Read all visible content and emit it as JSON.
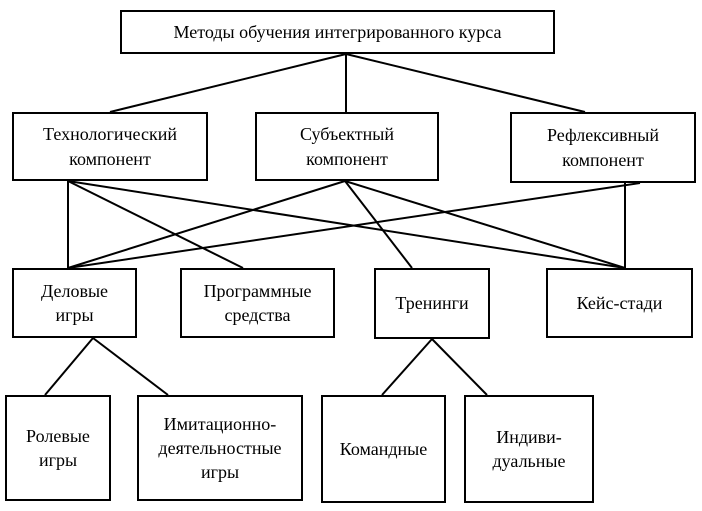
{
  "diagram": {
    "root": "Методы обучения интегрированного курса",
    "components": {
      "technological": "Технологический\nкомпонент",
      "subjective": "Субъектный\nкомпонент",
      "reflexive": "Рефлексивный\nкомпонент"
    },
    "methods": {
      "business_games": "Деловые\nигры",
      "software": "Программные\nсредства",
      "trainings": "Тренинги",
      "case_study": "Кейс-стади"
    },
    "subtypes": {
      "role_games": "Ролевые\nигры",
      "simulation_games": "Имитационно-\nдеятельностные\nигры",
      "team": "Командные",
      "individual": "Индиви-\nдуальные"
    }
  }
}
